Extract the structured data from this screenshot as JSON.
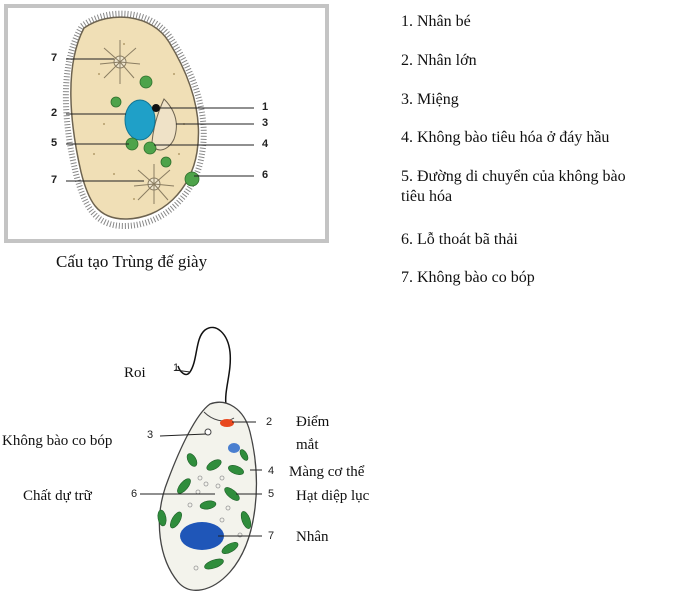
{
  "paramecium": {
    "caption": "Cấu tạo Trùng đế giày",
    "left_numbers": [
      "7",
      "2",
      "5",
      "7"
    ],
    "right_numbers": [
      "1",
      "3",
      "4",
      "6"
    ]
  },
  "legend": [
    {
      "number": "1.",
      "text": "Nhân bé"
    },
    {
      "number": "2.",
      "text": "Nhân lớn"
    },
    {
      "number": "3.",
      "text": "Miệng"
    },
    {
      "number": "4.",
      "text": "Không bào tiêu hóa ở đáy hầu"
    },
    {
      "number": "5.",
      "text": "Đường di chuyển của không bào",
      "continuation": "tiêu hóa"
    },
    {
      "number": "6.",
      "text": "Lỗ thoát bã thải"
    },
    {
      "number": "7.",
      "text": "Không bào co bóp"
    }
  ],
  "euglena": {
    "labels": {
      "roi": "Roi",
      "khong_bao_co_bop": "Không bào co bóp",
      "chat_du_tru": "Chất dự trữ",
      "diem_mat_1": "Điểm",
      "diem_mat_2": "mắt",
      "mang_co_the": "Màng cơ thể",
      "hat_diep_luc": "Hạt diệp lục",
      "nhan": "Nhân"
    },
    "numbers": {
      "n1": "1",
      "n2": "2",
      "n3": "3",
      "n4": "4",
      "n5": "5",
      "n6": "6",
      "n7": "7"
    }
  },
  "colors": {
    "cell_fill": "#f0dfb6",
    "nucleus_blue": "#1fa0c8",
    "vacuole_green": "#4ea34a",
    "euglena_nucleus": "#1f56b8",
    "eye_spot": "#e8481e",
    "chloroplast": "#2f8d3c"
  }
}
